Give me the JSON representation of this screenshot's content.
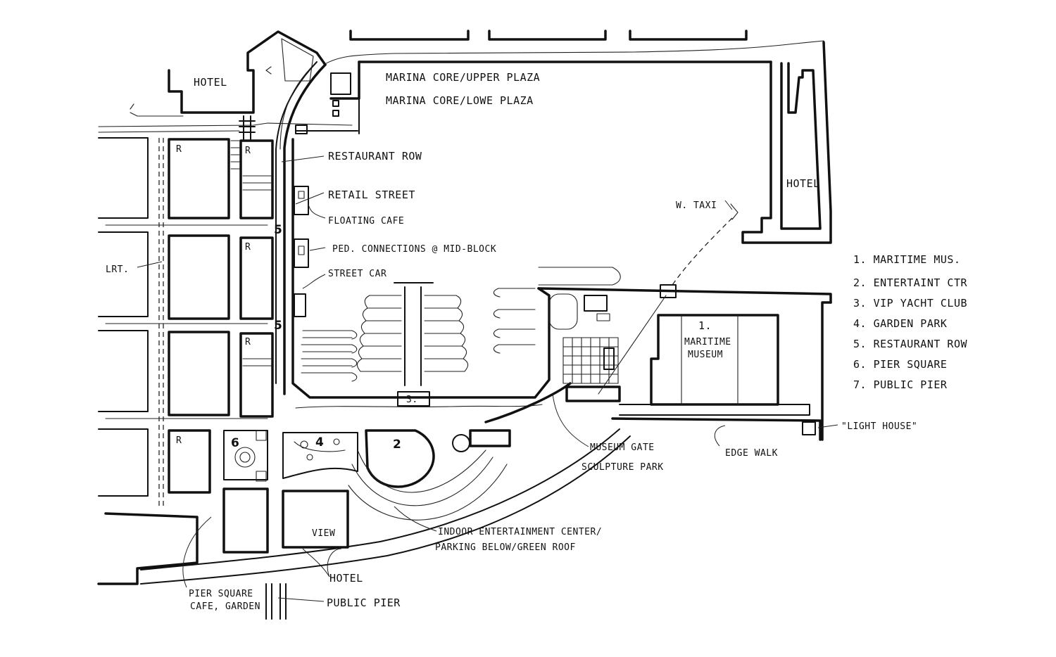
{
  "labels": {
    "hotel_nw": "HOTEL",
    "marina_upper": "MARINA CORE/UPPER PLAZA",
    "marina_lower": "MARINA CORE/LOWE PLAZA",
    "restaurant_row": "RESTAURANT ROW",
    "retail_street": "RETAIL STREET",
    "floating_cafe": "FLOATING CAFE",
    "ped_connections": "PED. CONNECTIONS @ MID-BLOCK",
    "street_car": "STREET CAR",
    "lrt": "LRT.",
    "w_taxi": "W. TAXI",
    "hotel_ne": "HOTEL",
    "maritime_museum_num": "1.",
    "maritime_museum_line1": "MARITIME",
    "maritime_museum_line2": "MUSEUM",
    "light_house": "\"LIGHT HOUSE\"",
    "edge_walk": "EDGE WALK",
    "museum_gate": "MUSEUM GATE",
    "sculpture_park": "SCULPTURE PARK",
    "indoor_ent_line1": "INDOOR ENTERTAINMENT CENTER/",
    "indoor_ent_line2": "PARKING BELOW/GREEN ROOF",
    "hotel_s": "HOTEL",
    "view": "VIEW",
    "pier_square_line1": "PIER SQUARE",
    "pier_square_line2": "CAFE, GARDEN",
    "public_pier": "PUBLIC PIER"
  },
  "markers": {
    "m2": "2",
    "m3": "3.",
    "m4": "4",
    "m5a": "5",
    "m5b": "5",
    "m6": "6",
    "r": "R"
  },
  "legend": [
    "1. MARITIME MUS.",
    "2. ENTERTAINT CTR",
    "3. VIP YACHT CLUB",
    "4. GARDEN PARK",
    "5. RESTAURANT ROW",
    "6. PIER SQUARE",
    "7. PUBLIC PIER"
  ]
}
